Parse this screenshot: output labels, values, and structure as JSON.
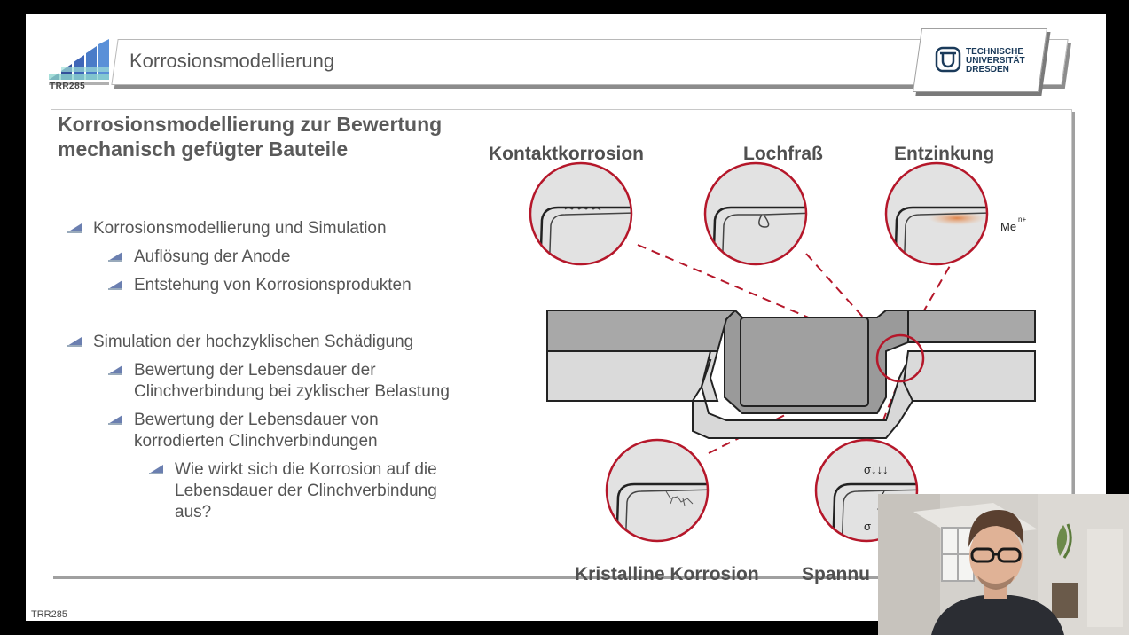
{
  "header": {
    "logo_text": "TRR285",
    "title": "Korrosionsmodellierung",
    "university_name": "TECHNISCHE\nUNIVERSITÄT\nDRESDEN"
  },
  "content": {
    "heading": "Korrosionsmodellierung zur Bewertung mechanisch gefügter Bauteile",
    "bullets": [
      {
        "level": 1,
        "text": "Korrosionsmodellierung und Simulation"
      },
      {
        "level": 2,
        "text": "Auflösung der Anode"
      },
      {
        "level": 2,
        "text": "Entstehung von Korrosionsprodukten"
      },
      {
        "level": 1,
        "text": "Simulation der hochzyklischen Schädigung"
      },
      {
        "level": 2,
        "text": "Bewertung der Lebensdauer der Clinchverbindung bei zyklischer Belastung"
      },
      {
        "level": 2,
        "text": "Bewertung der Lebensdauer von korrodierten Clinchverbindungen"
      },
      {
        "level": 3,
        "text": "Wie wirkt sich die Korrosion auf die Lebensdauer der Clinchverbindung aus?"
      }
    ]
  },
  "diagram": {
    "labels": {
      "contact": "Kontaktkorrosion",
      "pitting": "Lochfraß",
      "dezinc": "Entzinkung",
      "crystalline": "Kristalline Korrosion",
      "stress": "Spannu"
    },
    "dezinc_symbol": "Me",
    "dezinc_superscript": "n+",
    "stress_symbol": "σ↓↓↓",
    "stress_symbol_lower": "σ",
    "accent_color": "#b5172a"
  },
  "footer": {
    "text": "TRR285"
  }
}
